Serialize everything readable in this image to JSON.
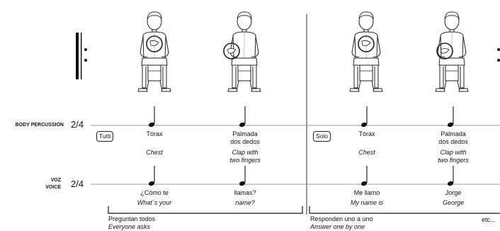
{
  "rows": {
    "body": {
      "label": "BODY PERCUSSION",
      "meter": "2/4"
    },
    "voice": {
      "label_es": "VOZ",
      "label_en": "VOICE",
      "meter": "2/4"
    }
  },
  "sections": {
    "tutti": {
      "tag": "Tutti"
    },
    "solo": {
      "tag": "Solo"
    }
  },
  "body_notes": [
    {
      "es": "Tórax",
      "en": "Chest"
    },
    {
      "es": "Palmada\ndos dedos",
      "en": "Clap with\ntwo fingers"
    },
    {
      "es": "Tórax",
      "en": "Chest"
    },
    {
      "es": "Palmada\ndos dedos",
      "en": "Clap with\ntwo fingers"
    }
  ],
  "voice_notes": [
    {
      "es": "¿Cómo te",
      "en": "What´s your"
    },
    {
      "es": "llamas?",
      "en": "name?"
    },
    {
      "es": "Me llamo",
      "en": "My name is"
    },
    {
      "es": "Jorge",
      "en": "George"
    }
  ],
  "brackets": {
    "left": {
      "es": "Preguntan todos",
      "en": "Everyone asks"
    },
    "right": {
      "es": "Responden uno a uno",
      "en": "Answer one by one"
    },
    "etc": "etc..."
  }
}
